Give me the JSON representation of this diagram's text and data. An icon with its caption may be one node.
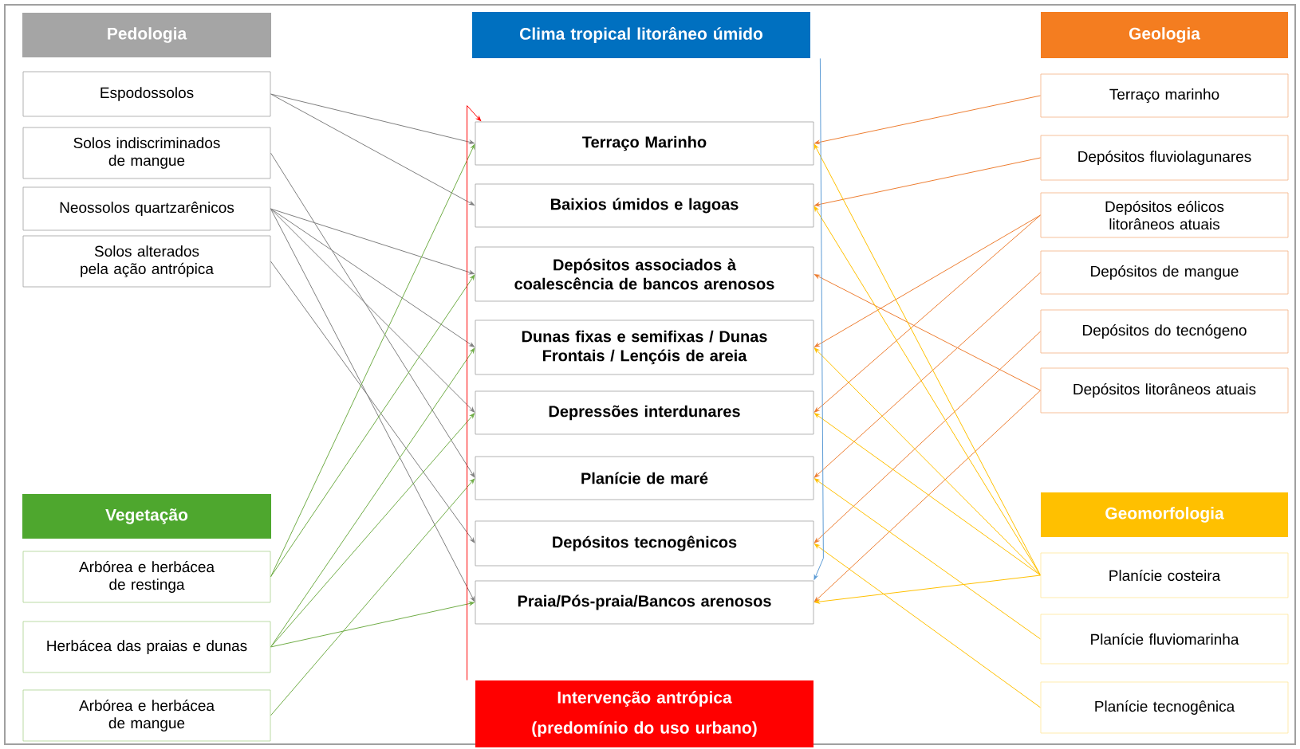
{
  "diagram": {
    "nodes": [
      {
        "text": [
          "Pedologia"
        ]
      },
      {
        "text": [
          "Espodossolos"
        ]
      },
      {
        "text": [
          "Solos indiscriminados de mangue"
        ]
      },
      {
        "text": [
          "Neossolos quartzarênicos"
        ]
      },
      {
        "text": [
          "Solos alterados pela ação antrópica"
        ]
      },
      {
        "text": [
          "Vegetação"
        ]
      },
      {
        "text": [
          "Arbórea e herbácea de restinga"
        ]
      },
      {
        "text": [
          "Herbácea das praias e dunas"
        ]
      },
      {
        "text": [
          "Arbórea e herbácea de mangue"
        ]
      },
      {
        "text": [
          "Clima tropical litorâneo úmido"
        ]
      },
      {
        "text": [
          "Terraço Marinho"
        ]
      },
      {
        "text": [
          "Baixios úmidos e lagoas"
        ]
      },
      {
        "text": [
          "Depósitos associados à coalescência de bancos arenosos"
        ]
      },
      {
        "text": [
          "Dunas fixas e semifixas / Dunas Frontais / Lençóis de areia"
        ]
      },
      {
        "text": [
          "Depressões interdunares"
        ]
      },
      {
        "text": [
          "Planície de maré"
        ]
      },
      {
        "text": [
          "Depósitos tecnogênicos"
        ]
      },
      {
        "text": [
          "Praia/Pós-praia/Bancos arenosos"
        ]
      },
      {
        "text": [
          "Intervenção antrópica (predomínio do uso urbano)"
        ]
      },
      {
        "text": [
          "Geologia"
        ]
      },
      {
        "text": [
          "Terraço marinho"
        ]
      },
      {
        "text": [
          "Depósitos fluviolagunares"
        ]
      },
      {
        "text": [
          "Depósitos eólicos litorâneos atuais"
        ]
      },
      {
        "text": [
          "Depósitos de mangue"
        ]
      },
      {
        "text": [
          "Depósitos do tecnógeno"
        ]
      },
      {
        "text": [
          "Depósitos litorâneos atuais"
        ]
      },
      {
        "text": [
          "Geomorfologia"
        ]
      },
      {
        "text": [
          "Planície costeira"
        ]
      },
      {
        "text": [
          "Planície fluviomarinha"
        ]
      },
      {
        "text": [
          "Planície tecnogênica"
        ]
      }
    ],
    "edges": [
      {
        "from": 1,
        "to": 10,
        "arrow": "to",
        "color": "#808080"
      },
      {
        "from": 1,
        "to": 11,
        "arrow": "to",
        "color": "#808080"
      },
      {
        "from": 2,
        "to": 15,
        "arrow": "to",
        "color": "#808080"
      },
      {
        "from": 3,
        "to": 12,
        "arrow": "to",
        "color": "#808080"
      },
      {
        "from": 3,
        "to": 13,
        "arrow": "to",
        "color": "#808080"
      },
      {
        "from": 3,
        "to": 14,
        "arrow": "to",
        "color": "#808080"
      },
      {
        "from": 3,
        "to": 17,
        "arrow": "to",
        "color": "#808080"
      },
      {
        "from": 4,
        "to": 16,
        "arrow": "to",
        "color": "#808080"
      },
      {
        "from": 6,
        "to": 10,
        "arrow": "to",
        "color": "#70ad47"
      },
      {
        "from": 6,
        "to": 12,
        "arrow": "to",
        "color": "#70ad47"
      },
      {
        "from": 7,
        "to": 13,
        "arrow": "to",
        "color": "#70ad47"
      },
      {
        "from": 7,
        "to": 14,
        "arrow": "to",
        "color": "#70ad47"
      },
      {
        "from": 7,
        "to": 17,
        "arrow": "to",
        "color": "#70ad47"
      },
      {
        "from": 8,
        "to": 15,
        "arrow": "to",
        "color": "#70ad47"
      },
      {
        "from": 20,
        "to": 10,
        "arrow": "to",
        "color": "#ed7d31"
      },
      {
        "from": 21,
        "to": 11,
        "arrow": "to",
        "color": "#ed7d31"
      },
      {
        "from": 22,
        "to": 13,
        "arrow": "to",
        "color": "#ed7d31"
      },
      {
        "from": 22,
        "to": 14,
        "arrow": "to",
        "color": "#ed7d31"
      },
      {
        "from": 23,
        "to": 15,
        "arrow": "to",
        "color": "#ed7d31"
      },
      {
        "from": 24,
        "to": 16,
        "arrow": "to",
        "color": "#ed7d31"
      },
      {
        "from": 25,
        "to": 12,
        "arrow": "to",
        "color": "#ed7d31"
      },
      {
        "from": 25,
        "to": 17,
        "arrow": "to",
        "color": "#ed7d31"
      },
      {
        "from": 27,
        "to": 10,
        "arrow": "to",
        "color": "#ffc000"
      },
      {
        "from": 27,
        "to": 11,
        "arrow": "to",
        "color": "#ffc000"
      },
      {
        "from": 27,
        "to": 13,
        "arrow": "to",
        "color": "#ffc000"
      },
      {
        "from": 27,
        "to": 14,
        "arrow": "to",
        "color": "#ffc000"
      },
      {
        "from": 27,
        "to": 17,
        "arrow": "to",
        "color": "#ffc000"
      },
      {
        "from": 28,
        "to": 15,
        "arrow": "to",
        "color": "#ffc000"
      },
      {
        "from": 29,
        "to": 16,
        "arrow": "to",
        "color": "#ffc000"
      },
      {
        "from": 9,
        "to": 17,
        "arrow": "to",
        "color": "#5b9bd5"
      },
      {
        "from": 18,
        "to": 10,
        "arrow": "to",
        "color": "#ff0000"
      }
    ]
  }
}
